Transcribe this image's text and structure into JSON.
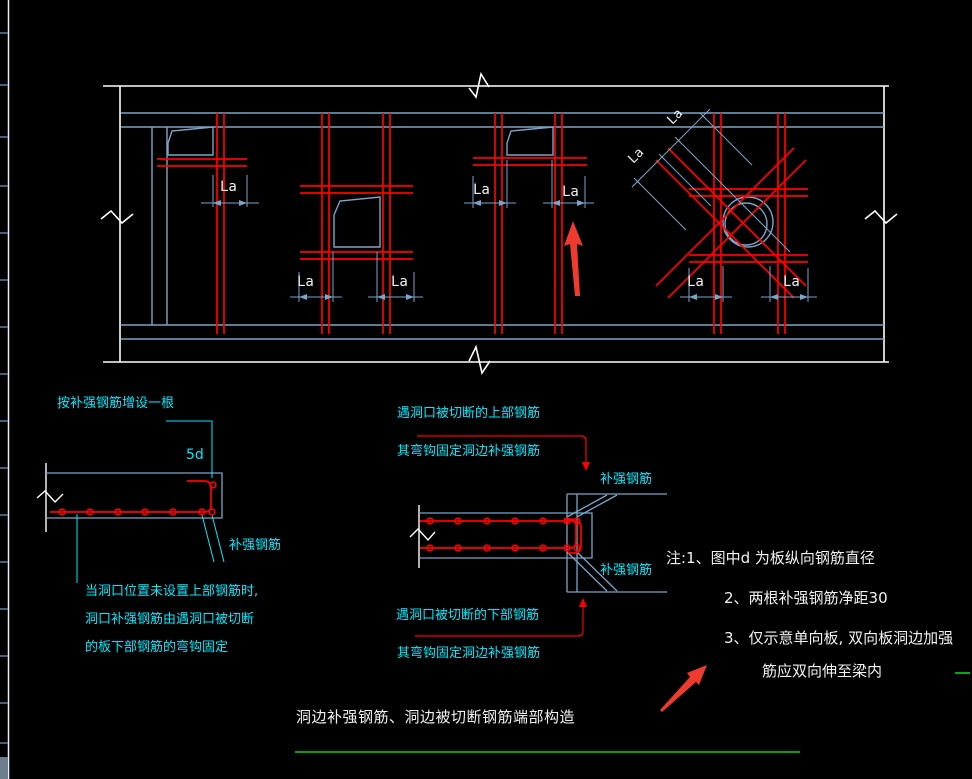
{
  "labels": {
    "la": "La"
  },
  "left_detail": {
    "callout": "按补强钢筋增设一根",
    "hook_length": "5d",
    "rebar_label": "补强钢筋",
    "note_lines": [
      "当洞口位置未设置上部钢筋时,",
      "洞口补强钢筋由遇洞口被切断",
      "的板下部钢筋的弯钩固定"
    ]
  },
  "middle_detail": {
    "top_cut_label": "遇洞口被切断的上部钢筋",
    "top_hook_label": "其弯钩固定洞边补强钢筋",
    "rebar_label_top": "补强钢筋",
    "rebar_label_bottom": "补强钢筋",
    "bottom_cut_label": "遇洞口被切断的下部钢筋",
    "bottom_hook_label": "其弯钩固定洞边补强钢筋"
  },
  "notes": {
    "line1": "注:1、图中d 为板纵向钢筋直径",
    "line2": "2、两根补强钢筋净距30",
    "line3": "3、仅示意单向板, 双向板洞边加强",
    "line4": "筋应双向伸至梁内"
  },
  "title": "洞边补强钢筋、洞边被切断钢筋端部构造",
  "colors": {
    "background": "#000000",
    "structure_blue": "#7aa5c8",
    "annotation_cyan": "#00eaff",
    "rebar_red": "#ff0000",
    "arrow_red": "#ee3b2e",
    "drawing_white": "#ffffff",
    "underline_green": "#00d420",
    "ruler_tick_blue": "#5d80a0",
    "ruler_block_gray": "#6d7e8d"
  }
}
